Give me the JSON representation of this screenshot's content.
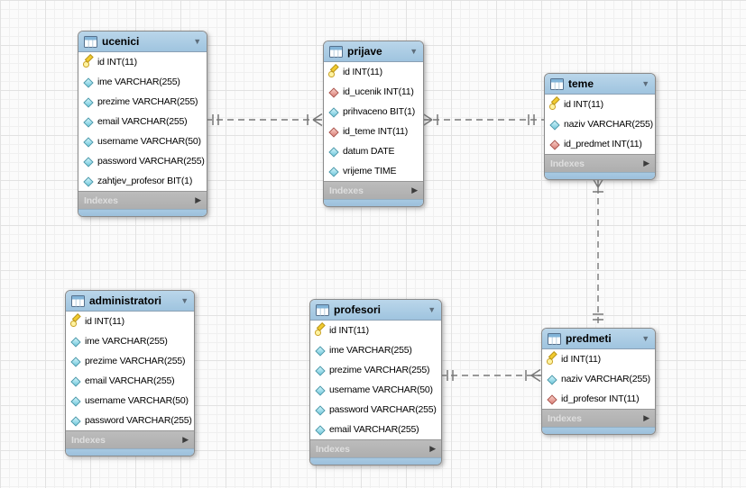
{
  "diagram": {
    "footer_label": "Indexes",
    "accent_colors": {
      "table_header": "#a9cbe3",
      "indexes_bar": "#b5b5b5",
      "key_icon": "#f2cb2e",
      "column_icon": "#7fd0e0",
      "foreign_key_icon": "#e08a82",
      "relationship_line": "#787878"
    },
    "tables": [
      {
        "name": "ucenici",
        "footer_label": "Indexes",
        "columns": [
          {
            "icon": "primary-key",
            "text": "id INT(11)"
          },
          {
            "icon": "column",
            "text": "ime VARCHAR(255)"
          },
          {
            "icon": "column",
            "text": "prezime VARCHAR(255)"
          },
          {
            "icon": "column",
            "text": "email VARCHAR(255)"
          },
          {
            "icon": "column",
            "text": "username VARCHAR(50)"
          },
          {
            "icon": "column",
            "text": "password VARCHAR(255)"
          },
          {
            "icon": "column",
            "text": "zahtjev_profesor BIT(1)"
          }
        ]
      },
      {
        "name": "prijave",
        "footer_label": "Indexes",
        "columns": [
          {
            "icon": "primary-key",
            "text": "id INT(11)"
          },
          {
            "icon": "foreign-key",
            "text": "id_ucenik INT(11)"
          },
          {
            "icon": "column",
            "text": "prihvaceno BIT(1)"
          },
          {
            "icon": "foreign-key",
            "text": "id_teme INT(11)"
          },
          {
            "icon": "column",
            "text": "datum DATE"
          },
          {
            "icon": "column",
            "text": "vrijeme TIME"
          }
        ]
      },
      {
        "name": "teme",
        "footer_label": "Indexes",
        "columns": [
          {
            "icon": "primary-key",
            "text": "id INT(11)"
          },
          {
            "icon": "column",
            "text": "naziv VARCHAR(255)"
          },
          {
            "icon": "foreign-key",
            "text": "id_predmet INT(11)"
          }
        ]
      },
      {
        "name": "administratori",
        "footer_label": "Indexes",
        "columns": [
          {
            "icon": "primary-key",
            "text": "id INT(11)"
          },
          {
            "icon": "column",
            "text": "ime VARCHAR(255)"
          },
          {
            "icon": "column",
            "text": "prezime VARCHAR(255)"
          },
          {
            "icon": "column",
            "text": "email VARCHAR(255)"
          },
          {
            "icon": "column",
            "text": "username VARCHAR(50)"
          },
          {
            "icon": "column",
            "text": "password VARCHAR(255)"
          }
        ]
      },
      {
        "name": "profesori",
        "footer_label": "Indexes",
        "columns": [
          {
            "icon": "primary-key",
            "text": "id INT(11)"
          },
          {
            "icon": "column",
            "text": "ime VARCHAR(255)"
          },
          {
            "icon": "column",
            "text": "prezime VARCHAR(255)"
          },
          {
            "icon": "column",
            "text": "username VARCHAR(50)"
          },
          {
            "icon": "column",
            "text": "password VARCHAR(255)"
          },
          {
            "icon": "column",
            "text": "email VARCHAR(255)"
          }
        ]
      },
      {
        "name": "predmeti",
        "footer_label": "Indexes",
        "columns": [
          {
            "icon": "primary-key",
            "text": "id INT(11)"
          },
          {
            "icon": "column",
            "text": "naziv VARCHAR(255)"
          },
          {
            "icon": "foreign-key",
            "text": "id_profesor INT(11)"
          }
        ]
      }
    ],
    "relationships": [
      {
        "from": "ucenici",
        "to": "prijave",
        "from_cardinality": "one",
        "to_cardinality": "many",
        "line_style": "dashed",
        "foreign_key": "prijave.id_ucenik"
      },
      {
        "from": "teme",
        "to": "prijave",
        "from_cardinality": "one",
        "to_cardinality": "many",
        "line_style": "dashed",
        "foreign_key": "prijave.id_teme"
      },
      {
        "from": "predmeti",
        "to": "teme",
        "from_cardinality": "one",
        "to_cardinality": "many",
        "line_style": "dashed",
        "foreign_key": "teme.id_predmet"
      },
      {
        "from": "profesori",
        "to": "predmeti",
        "from_cardinality": "one",
        "to_cardinality": "many",
        "line_style": "dashed",
        "foreign_key": "predmeti.id_profesor"
      }
    ]
  }
}
